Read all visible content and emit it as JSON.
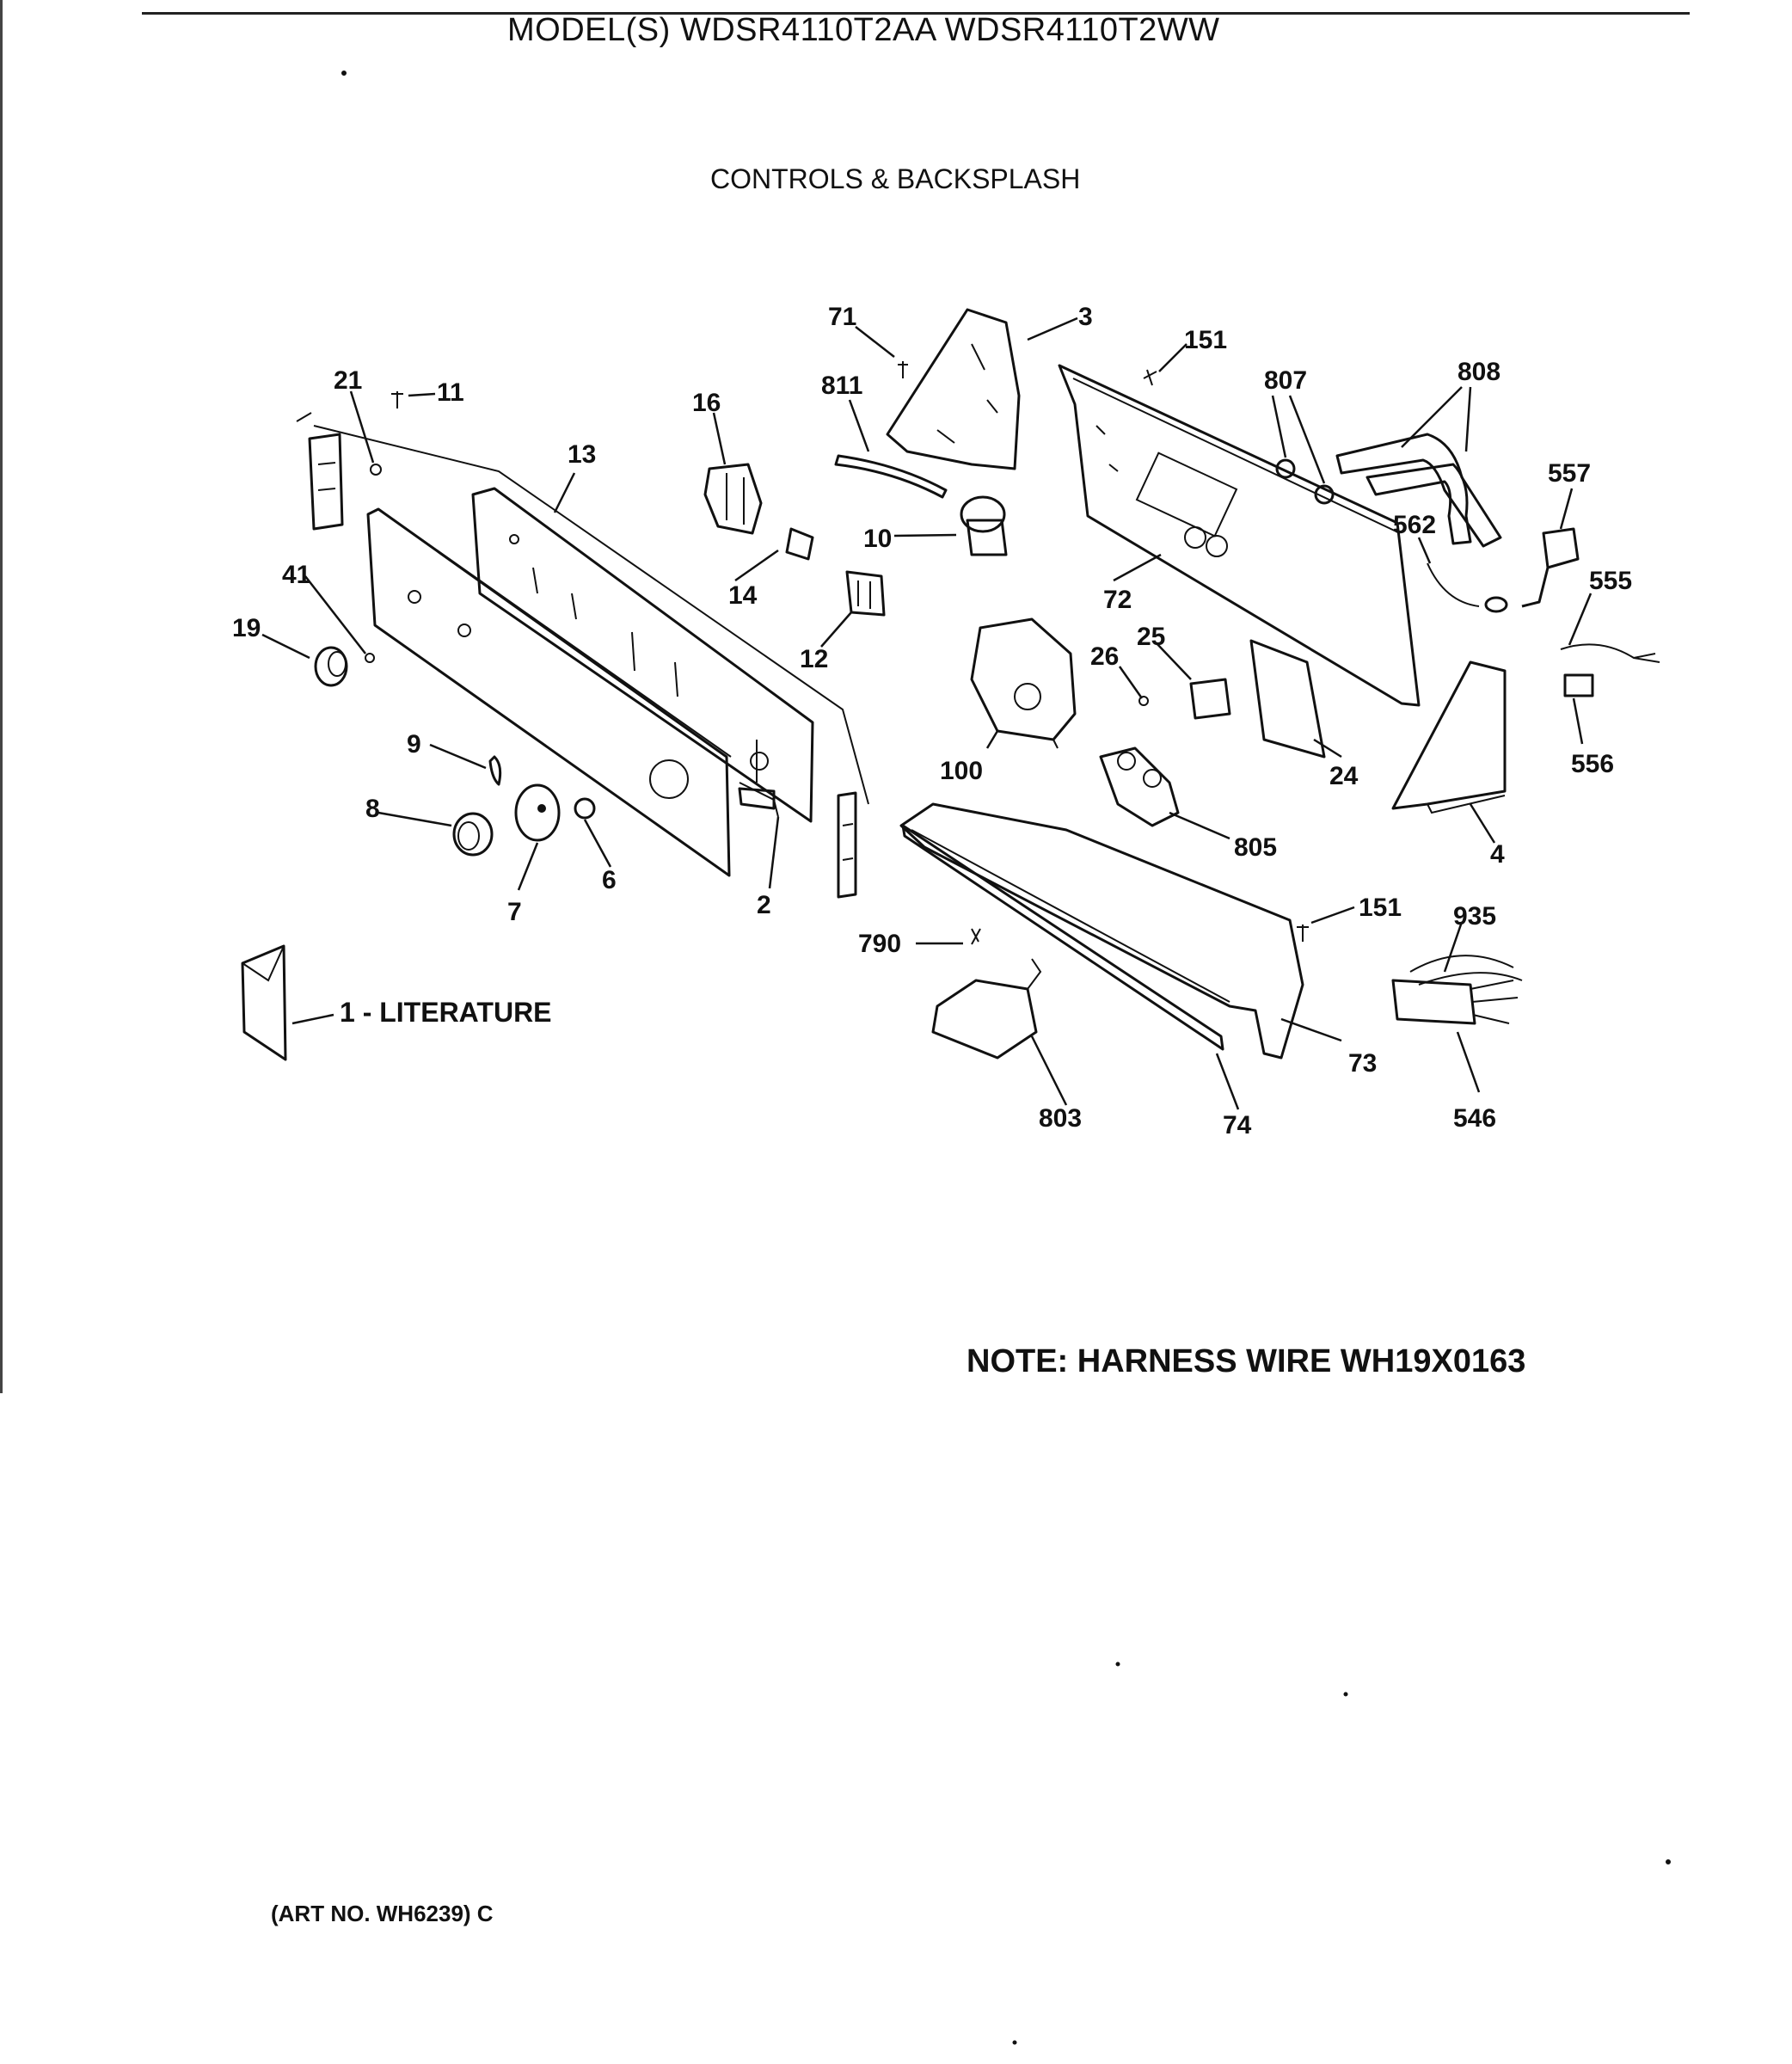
{
  "header": {
    "title": "MODEL(S) WDSR4110T2AA  WDSR4110T2WW",
    "subtitle": "CONTROLS & BACKSPLASH"
  },
  "literature_label": "1 - LITERATURE",
  "note": "NOTE: HARNESS WIRE WH19X0163",
  "art_number": "(ART NO. WH6239) C",
  "callouts": {
    "c71": "71",
    "c3": "3",
    "c151a": "151",
    "c807": "807",
    "c808": "808",
    "c21": "21",
    "c11": "11",
    "c16": "16",
    "c811": "811",
    "c557": "557",
    "c13": "13",
    "c562": "562",
    "c555": "555",
    "c10": "10",
    "c72": "72",
    "c41": "41",
    "c14": "14",
    "c25": "25",
    "c26": "26",
    "c19": "19",
    "c12": "12",
    "c100": "100",
    "c24": "24",
    "c556": "556",
    "c9": "9",
    "c805": "805",
    "c4": "4",
    "c8": "8",
    "c6": "6",
    "c2": "2",
    "c7": "7",
    "c151b": "151",
    "c935": "935",
    "c790": "790",
    "c73": "73",
    "c803": "803",
    "c74": "74",
    "c546": "546"
  }
}
